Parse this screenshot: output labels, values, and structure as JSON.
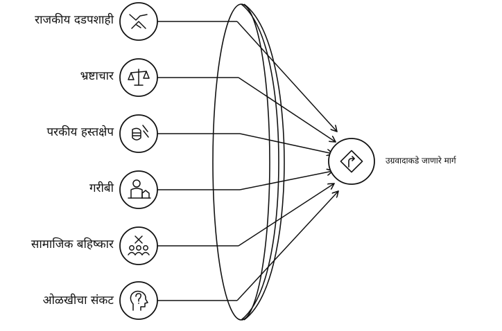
{
  "factors": [
    {
      "label": "राजकीय दडपशाही",
      "icon": "broken-handshake-icon"
    },
    {
      "label": "भ्रष्टाचार",
      "icon": "scales-icon"
    },
    {
      "label": "परकीय हस्तक्षेप",
      "icon": "fist-icon"
    },
    {
      "label": "गरीबी",
      "icon": "poor-person-icon"
    },
    {
      "label": "सामाजिक बहिष्कार",
      "icon": "excluded-group-icon"
    },
    {
      "label": "ओळखीचा संकट",
      "icon": "question-head-icon"
    }
  ],
  "outcome": {
    "label": "उग्रवादाकडे जाणारे मार्ग",
    "icon": "turn-right-sign-icon"
  },
  "colors": {
    "stroke": "#111111",
    "background": "#ffffff"
  }
}
